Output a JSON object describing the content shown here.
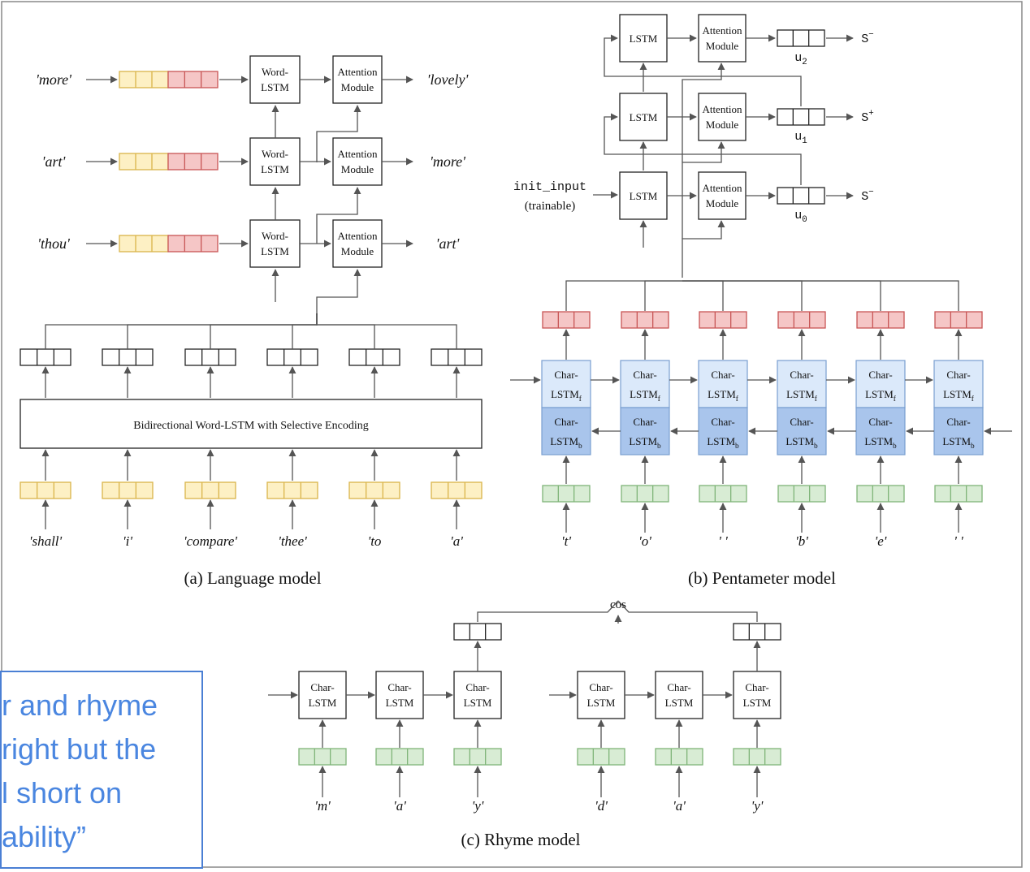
{
  "language_model": {
    "rows": [
      {
        "input": "'more'",
        "output": "'lovely'"
      },
      {
        "input": "'art'",
        "output": "'more'"
      },
      {
        "input": "'thou'",
        "output": "'art'"
      }
    ],
    "word_lstm_line1": "Word-",
    "word_lstm_line2": "LSTM",
    "attention_line1": "Attention",
    "attention_line2": "Module",
    "encoder_label": "Bidirectional Word-LSTM with Selective Encoding",
    "words": [
      "'shall'",
      "'i'",
      "'compare'",
      "'thee'",
      "'to",
      "'a'"
    ],
    "caption": "(a) Language model"
  },
  "pentameter_model": {
    "lstm_label": "LSTM",
    "attention_line1": "Attention",
    "attention_line2": "Module",
    "u_labels": [
      "u",
      "u",
      "u"
    ],
    "u_subs": [
      "2",
      "1",
      "0"
    ],
    "s_labels": [
      "S",
      "S",
      "S"
    ],
    "s_sups": [
      "−",
      "+",
      "−"
    ],
    "init_input": "init_input",
    "trainable": "(trainable)",
    "char_lstm_line1": "Char-",
    "char_lstm_line2": "LSTM",
    "forward_sub": "f",
    "backward_sub": "b",
    "chars": [
      "'t'",
      "'o'",
      "' '",
      "'b'",
      "'e'",
      "' '"
    ],
    "caption": "(b) Pentameter model"
  },
  "rhyme_model": {
    "cos_label": "cos",
    "char_lstm_line1": "Char-",
    "char_lstm_line2": "LSTM",
    "word1_chars": [
      "'m'",
      "'a'",
      "'y'"
    ],
    "word2_chars": [
      "'d'",
      "'a'",
      "'y'"
    ],
    "caption": "(c) Rhyme model"
  },
  "callout": {
    "lines": [
      "r and rhyme",
      "right but the",
      "l short on",
      "ability”"
    ]
  },
  "colors": {
    "yellow_fill": "#fdf0c4",
    "yellow_stroke": "#d9b44a",
    "red_fill": "#f5c6c6",
    "red_stroke": "#c85555",
    "green_fill": "#d8ecd4",
    "green_stroke": "#7fb478",
    "char_forward": "#dbe9fa",
    "char_backward": "#a9c5ec",
    "callout_border": "#4a7fd4",
    "callout_text": "#4a86e0"
  }
}
